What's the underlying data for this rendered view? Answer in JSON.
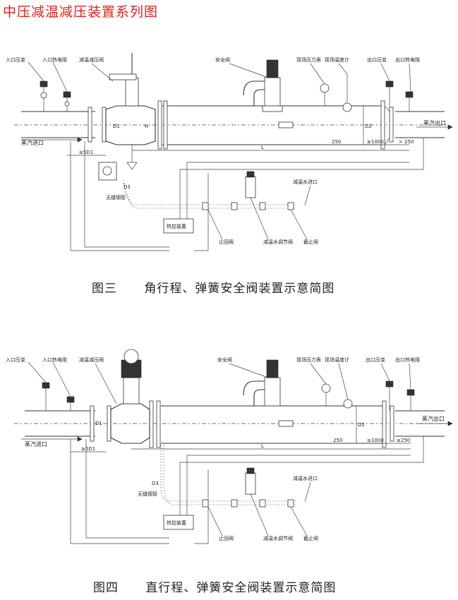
{
  "page_title": "中压减温减压装置系列图",
  "figure3": {
    "caption": "图三      角行程、弹簧安全阀装置示意简图",
    "labels": {
      "inlet_pressure": "入口压变",
      "inlet_thermo": "入口热电阻",
      "prv": "减温减压阀",
      "safety_valve": "安全阀",
      "field_pressure": "现场压力表",
      "field_temp": "现场温度计",
      "outlet_pressure": "出口压变",
      "outlet_thermo": "出口热电阻",
      "steam_in": "蒸汽进口",
      "steam_out": "蒸汽出口",
      "d1": "D1",
      "d2": "D2",
      "d3": "D3",
      "h": "H",
      "dim_5d1": "≥5D1",
      "dim_l": "L",
      "dim_250a": "250",
      "dim_1000": "≥1000",
      "dim_250b": "> 250",
      "seamless_pipe": "无缝钢管",
      "water_inlet": "减温水进口",
      "check_valve": "止回阀",
      "water_reg_valve": "减温水调节阀",
      "stop_valve": "截止阀",
      "thermal_device": "热控装置"
    }
  },
  "figure4": {
    "caption": "图四      直行程、弹簧安全阀装置示意简图",
    "labels": {
      "inlet_pressure": "入口压变",
      "inlet_thermo": "入口热电阻",
      "prv": "减温减压阀",
      "safety_valve": "安全阀",
      "field_pressure": "现场压力表",
      "field_temp": "现场温度计",
      "outlet_pressure": "出口压变",
      "outlet_thermo": "出口热电阻",
      "steam_in": "蒸汽进口",
      "steam_out": "蒸汽出口",
      "d1": "D1",
      "d2": "D2",
      "d3": "D3",
      "dim_5d1": "≥5D1",
      "dim_l": "L",
      "dim_250a": "250",
      "dim_1000": "≥1000",
      "dim_250b": "≥250",
      "seamless_pipe": "无缝钢管",
      "water_inlet": "减温水进口",
      "check_valve": "止回阀",
      "water_reg_valve": "减温水调节阀",
      "stop_valve": "截止阀",
      "thermal_device": "热控装置"
    }
  }
}
